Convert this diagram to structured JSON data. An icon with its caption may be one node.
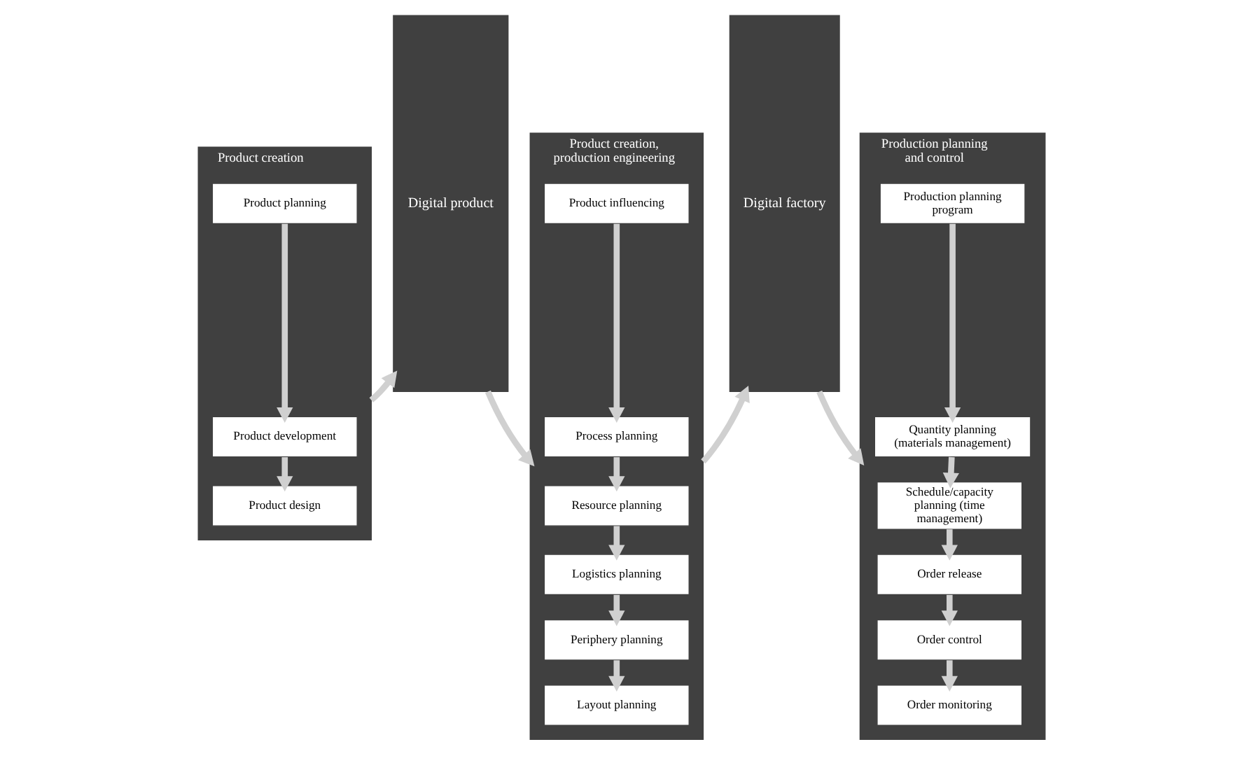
{
  "diagram": {
    "nodes": [
      {
        "text": [
          "Product creation"
        ]
      },
      {
        "text": [
          "Product planning"
        ],
        "in": 0
      },
      {
        "text": [
          "Product development"
        ],
        "in": 0
      },
      {
        "text": [
          "Product design"
        ],
        "in": 0
      },
      {
        "text": [
          "Digital product"
        ]
      },
      {
        "text": [
          "Product creation, production engineering"
        ]
      },
      {
        "text": [
          "Product influencing"
        ],
        "in": 5
      },
      {
        "text": [
          "Process planning"
        ],
        "in": 5
      },
      {
        "text": [
          "Resource planning"
        ],
        "in": 5
      },
      {
        "text": [
          "Logistics planning"
        ],
        "in": 5
      },
      {
        "text": [
          "Periphery planning"
        ],
        "in": 5
      },
      {
        "text": [
          "Layout planning"
        ],
        "in": 5
      },
      {
        "text": [
          "Digital factory"
        ]
      },
      {
        "text": [
          "Production planning and control"
        ]
      },
      {
        "text": [
          "Production planning program"
        ],
        "in": 13
      },
      {
        "text": [
          "Quantity planning (materials management)"
        ],
        "in": 13
      },
      {
        "text": [
          "Schedule/capacity planning (time management)"
        ],
        "in": 13
      },
      {
        "text": [
          "Order release"
        ],
        "in": 13
      },
      {
        "text": [
          "Order control"
        ],
        "in": 13
      },
      {
        "text": [
          "Order monitoring"
        ],
        "in": 13
      }
    ],
    "edges": [
      {
        "from": 1,
        "to": 2,
        "arrow": "to"
      },
      {
        "from": 2,
        "to": 3,
        "arrow": "to"
      },
      {
        "from": 0,
        "to": 4,
        "arrow": "to"
      },
      {
        "from": 4,
        "to": 5,
        "arrow": "to"
      },
      {
        "from": 6,
        "to": 7,
        "arrow": "to"
      },
      {
        "from": 7,
        "to": 8,
        "arrow": "to"
      },
      {
        "from": 8,
        "to": 9,
        "arrow": "to"
      },
      {
        "from": 9,
        "to": 10,
        "arrow": "to"
      },
      {
        "from": 10,
        "to": 11,
        "arrow": "to"
      },
      {
        "from": 5,
        "to": 12,
        "arrow": "to"
      },
      {
        "from": 12,
        "to": 13,
        "arrow": "to"
      },
      {
        "from": 14,
        "to": 15,
        "arrow": "to"
      },
      {
        "from": 15,
        "to": 16,
        "arrow": "to"
      },
      {
        "from": 16,
        "to": 17,
        "arrow": "to"
      },
      {
        "from": 17,
        "to": 18,
        "arrow": "to"
      },
      {
        "from": 18,
        "to": 19,
        "arrow": "to"
      }
    ]
  }
}
